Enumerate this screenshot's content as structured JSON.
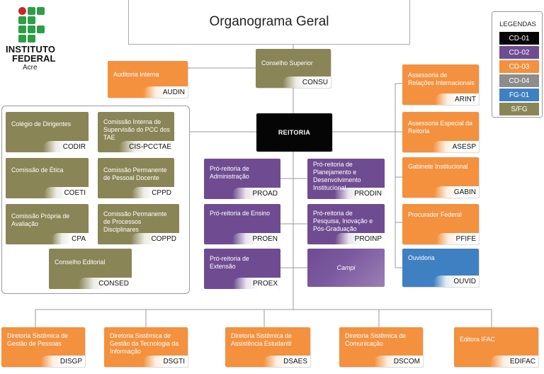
{
  "header": {
    "title": "Organograma Geral"
  },
  "logo": {
    "line1": "INSTITUTO",
    "line2": "FEDERAL",
    "line3": "Acre",
    "green": "#2e9e46",
    "red": "#cc2229"
  },
  "legend": {
    "title": "LEGENDAS",
    "items": [
      {
        "label": "CD-01",
        "color": "#050505"
      },
      {
        "label": "CD-02",
        "color": "#6f4c91"
      },
      {
        "label": "CD-03",
        "color": "#f3913e"
      },
      {
        "label": "CD-04",
        "color": "#8d8d8d"
      },
      {
        "label": "FG-01",
        "color": "#3f80c2"
      },
      {
        "label": "S/FG",
        "color": "#8a8556"
      }
    ]
  },
  "units": {
    "consu": {
      "label": "Conselho Superior",
      "code": "CONSU"
    },
    "audin": {
      "label": "Auditoria Interna",
      "code": "AUDIN"
    },
    "reitoria": {
      "label": "REITORIA"
    },
    "codir": {
      "label": "Colégio de Dirigentes",
      "code": "CODIR"
    },
    "cispcctae": {
      "label": "Comissão Interna de Supervisão do PCC dos TAE",
      "code": "CIS-PCCTAE"
    },
    "coeti": {
      "label": "Comissão de Ética",
      "code": "COETI"
    },
    "cppd": {
      "label": "Comissão Permanente de Pessoal Docente",
      "code": "CPPD"
    },
    "cpa": {
      "label": "Comissão Própria de Avaliação",
      "code": "CPA"
    },
    "coppd": {
      "label": "Comissão Permanente de Processos Disciplinares",
      "code": "COPPD"
    },
    "consed": {
      "label": "Conselho Editorial",
      "code": "CONSED"
    },
    "proad": {
      "label": "Pró-reitoria de Administração",
      "code": "PROAD"
    },
    "prodin": {
      "label": "Pró-reitoria de Planejamento e Desenvolvimento Institucional",
      "code": "PRODIN"
    },
    "proen": {
      "label": "Pró-reitoria de Ensino",
      "code": "PROEN"
    },
    "proinp": {
      "label": "Pró-reitoria de Pesquisa, Inovação e Pós-Graduação",
      "code": "PROINP"
    },
    "proex": {
      "label": "Pró-reitoria de Extensão",
      "code": "PROEX"
    },
    "campi": {
      "label": "Campi"
    },
    "arint": {
      "label": "Assessoria de Relações Internacionais",
      "code": "ARINT"
    },
    "asesp": {
      "label": "Assessoria Especial da Reitoria",
      "code": "ASESP"
    },
    "gabin": {
      "label": "Gabinete Institucional",
      "code": "GABIN"
    },
    "pfife": {
      "label": "Procurador Federal",
      "code": "PFIFE"
    },
    "ouvid": {
      "label": "Ouvidoria",
      "code": "OUVID"
    },
    "disgp": {
      "label": "Diretoria Sistêmica de Gestão de Pessoas",
      "code": "DISGP"
    },
    "dsgti": {
      "label": "Diretoria Sistêmica de Gestão da Tecnologia da Informação",
      "code": "DSGTI"
    },
    "dsaes": {
      "label": "Diretoria Sistêmica de Assistência Estudantil",
      "code": "DSAES"
    },
    "dscom": {
      "label": "Diretoria Sistêmica de Comunicação",
      "code": "DSCOM"
    },
    "edifac": {
      "label": "Editora IFAC",
      "code": "EDIFAC"
    }
  }
}
